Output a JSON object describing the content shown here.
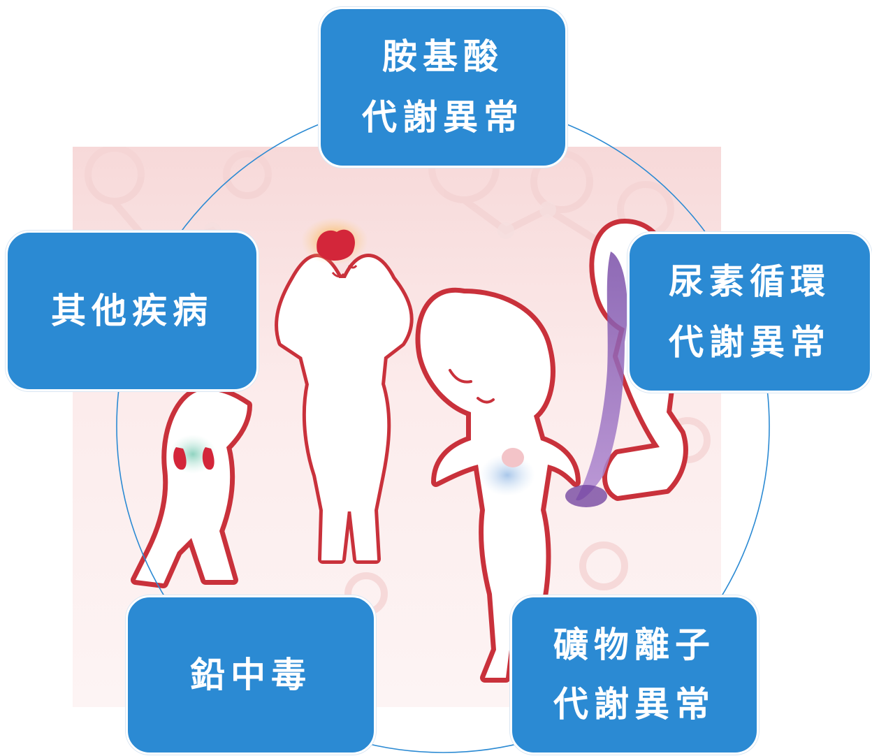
{
  "colors": {
    "box_fill": "#2b8ad3",
    "box_text": "#ffffff",
    "ring_stroke": "#2b8ad3",
    "figure_outline": "#c9313b",
    "background_tint": "#fbe8e8"
  },
  "illustration": {
    "description_icon": "sick-figures-illustration"
  },
  "categories": {
    "amino": {
      "line1": "胺基酸",
      "line2": "代謝異常"
    },
    "urea": {
      "line1": "尿素循環",
      "line2": "代謝異常"
    },
    "other": {
      "line1": "其他疾病"
    },
    "lead": {
      "line1": "鉛中毒"
    },
    "mineral": {
      "line1": "礦物離子",
      "line2": "代謝異常"
    }
  }
}
